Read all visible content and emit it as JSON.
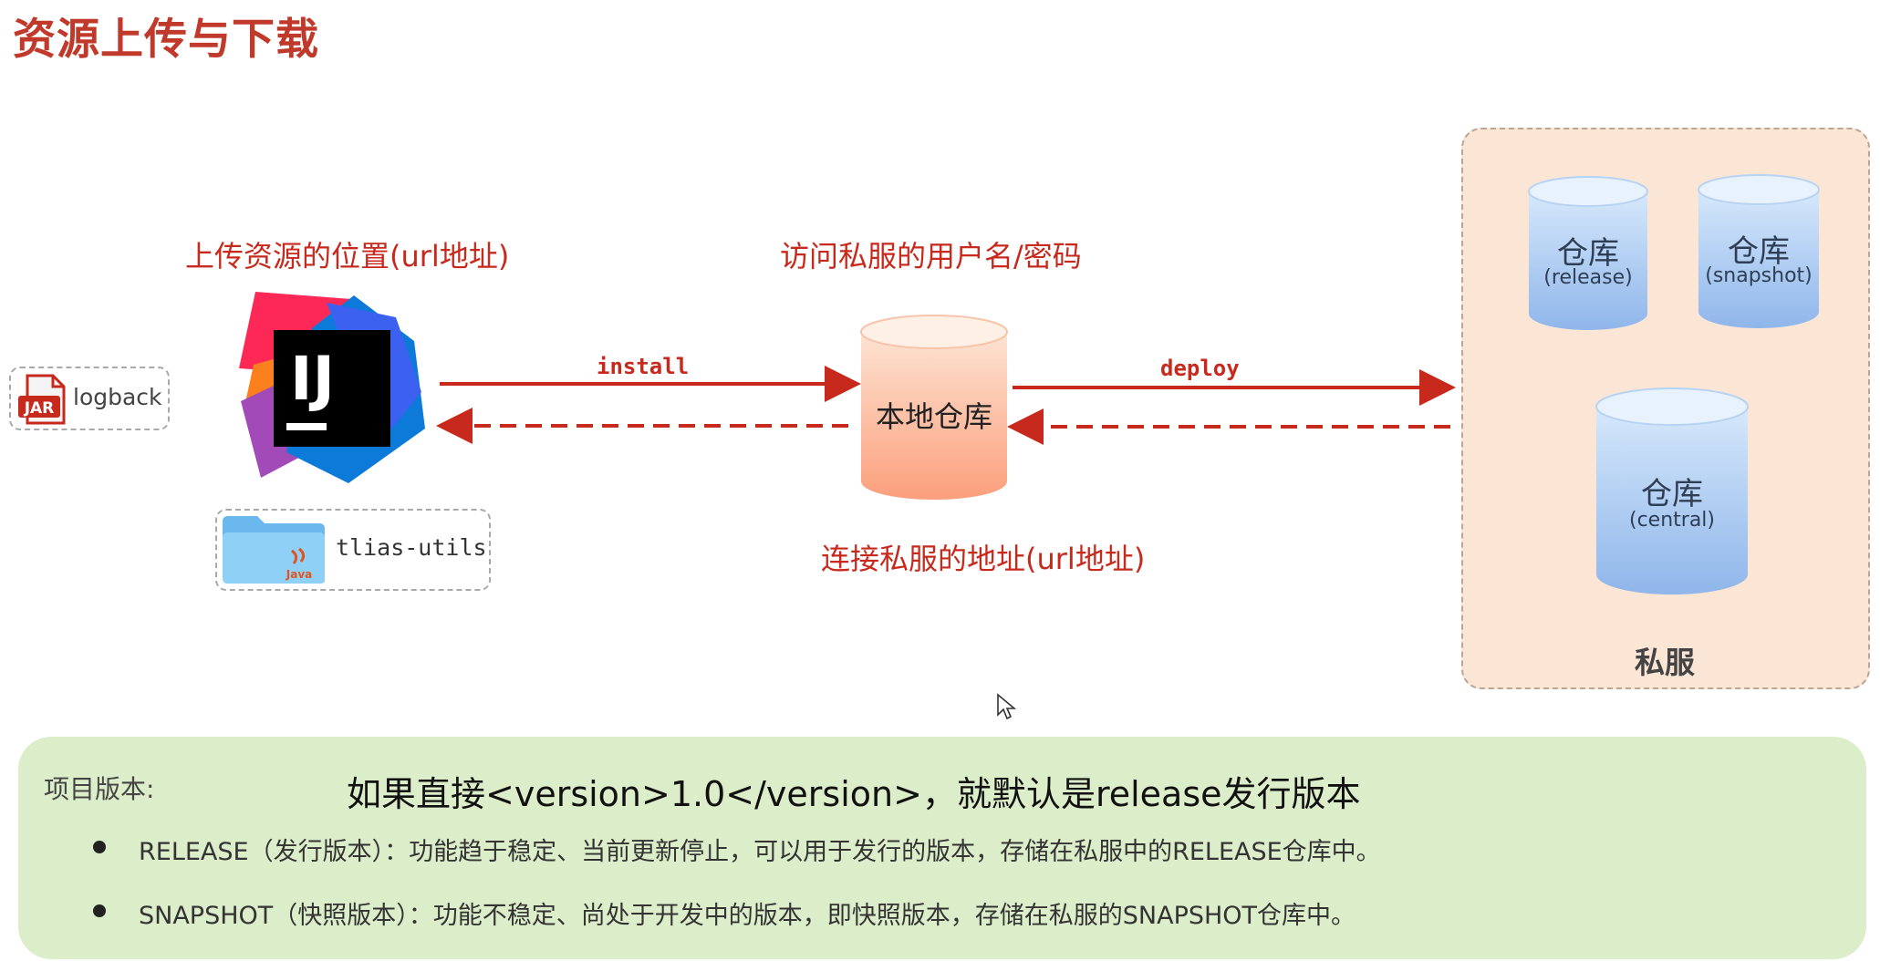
{
  "title": "资源上传与下载",
  "labels": {
    "upload_location": "上传资源的位置(url地址)",
    "credentials": "访问私服的用户名/密码",
    "server_address": "连接私服的地址(url地址)"
  },
  "arrows": {
    "install": "install",
    "deploy": "deploy"
  },
  "logback": {
    "badge": "JAR",
    "name": "logback"
  },
  "ide": {
    "logo_text": "IJ"
  },
  "project": {
    "name": "tlias-utils",
    "java_badge": "Java"
  },
  "local_repo": {
    "label": "本地仓库"
  },
  "private_server": {
    "label": "私服",
    "repos": [
      {
        "name": "仓库",
        "type": "(release)"
      },
      {
        "name": "仓库",
        "type": "(snapshot)"
      },
      {
        "name": "仓库",
        "type": "(central)"
      }
    ]
  },
  "notes": {
    "heading": "项目版本:",
    "main": "如果直接<version>1.0</version>，就默认是release发行版本",
    "bullets": [
      "RELEASE（发行版本）：功能趋于稳定、当前更新停止，可以用于发行的版本，存储在私服中的RELEASE仓库中。",
      "SNAPSHOT（快照版本）：功能不稳定、尚处于开发中的版本，即快照版本，存储在私服的SNAPSHOT仓库中。"
    ]
  },
  "colors": {
    "accent": "#c7291c",
    "server_bg": "#fbe6d6",
    "note_bg": "#dcedc9"
  }
}
